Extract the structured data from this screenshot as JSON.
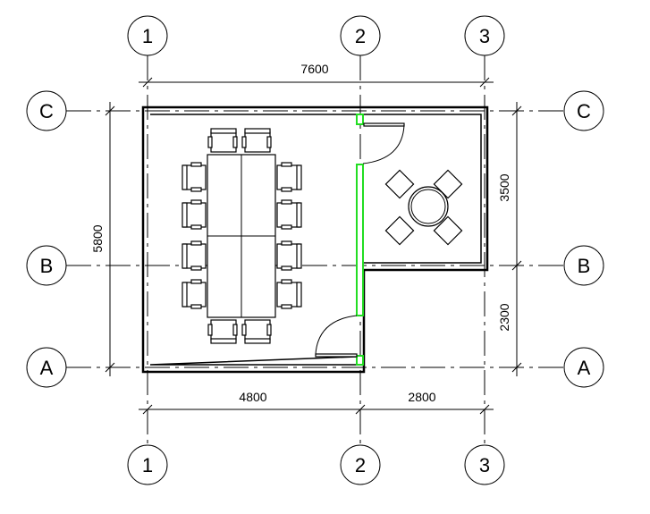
{
  "grid_labels": {
    "columns": [
      "1",
      "2",
      "3"
    ],
    "rows": [
      "C",
      "B",
      "A"
    ]
  },
  "dimensions": {
    "overall_width": "7600",
    "overall_height": "5800",
    "right_upper": "3500",
    "right_lower": "2300",
    "bottom_left": "4800",
    "bottom_right": "2800"
  },
  "colors": {
    "highlight_wall": "#22dd22",
    "lines": "#000000"
  }
}
